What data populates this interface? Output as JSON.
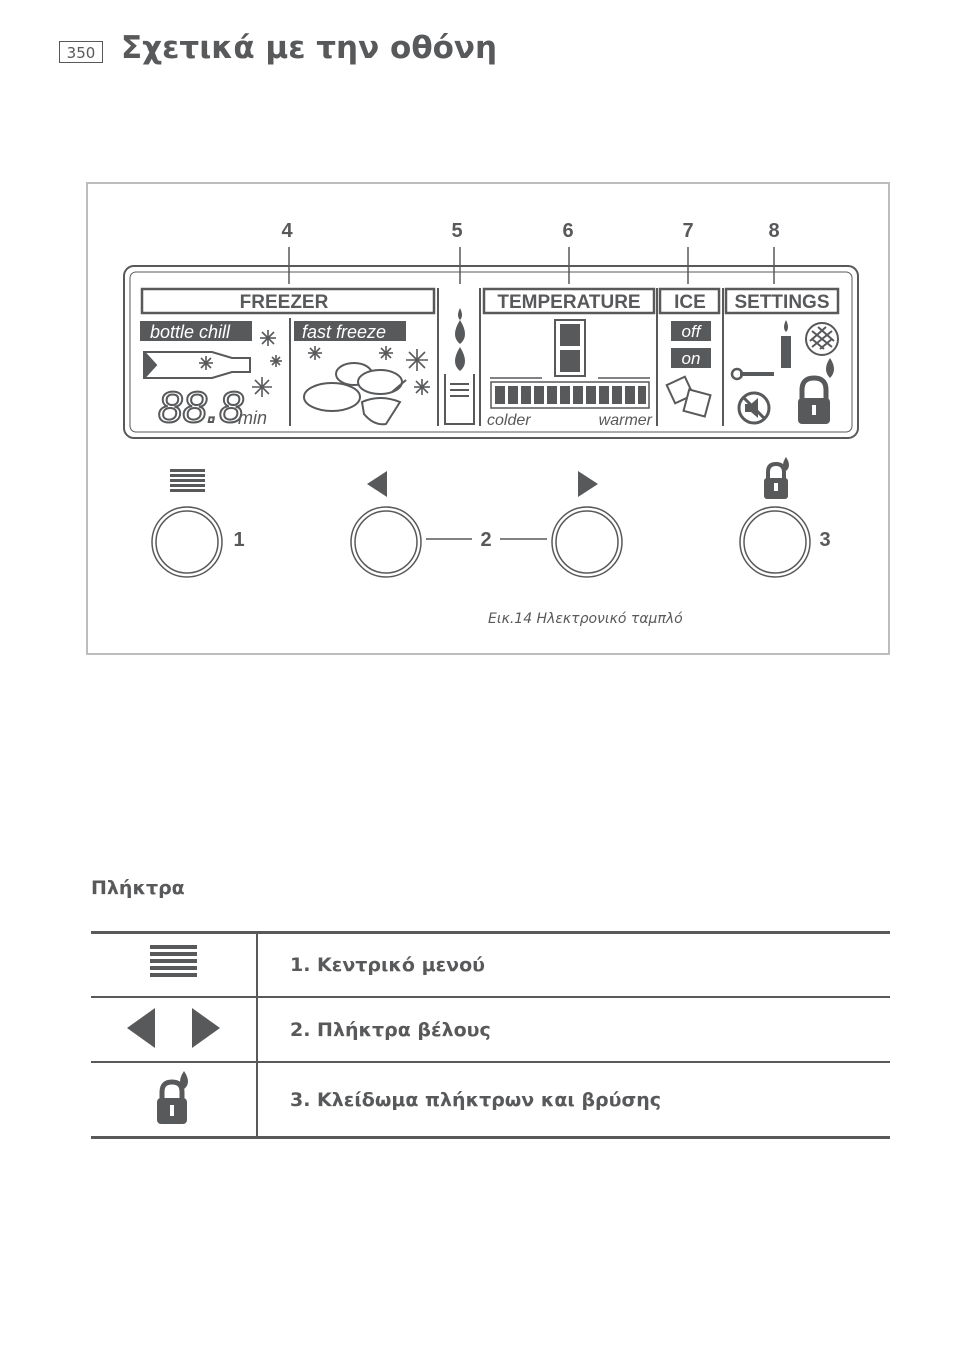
{
  "header": {
    "page_number": "350",
    "title": "Σχετικά με την οθόνη"
  },
  "figure": {
    "callouts": [
      "4",
      "5",
      "6",
      "7",
      "8"
    ],
    "display": {
      "freezer_label": "FREEZER",
      "bottle_chill_label": "bottle chill",
      "fast_freeze_label": "fast freeze",
      "timer_digits": "88.8",
      "timer_unit": "min",
      "temperature_label": "TEMPERATURE",
      "colder_label": "colder",
      "warmer_label": "warmer",
      "ice_label": "ICE",
      "ice_off": "off",
      "ice_on": "on",
      "settings_label": "SETTINGS"
    },
    "button_numbers": [
      "1",
      "2",
      "3"
    ],
    "caption": "Εικ.14 Ηλεκτρονικό ταμπλό"
  },
  "keys": {
    "title": "Πλήκτρα",
    "rows": [
      {
        "icon": "menu-lines-icon",
        "label": "1. Κεντρικό μενού"
      },
      {
        "icon": "arrow-left-right-icon",
        "label": "2. Πλήκτρα βέλους"
      },
      {
        "icon": "lock-drop-icon",
        "label": "3. Κλείδωμα πλήκτρων και βρύσης"
      }
    ]
  },
  "colors": {
    "text": "#58595b",
    "frame": "#bdbdbd"
  }
}
